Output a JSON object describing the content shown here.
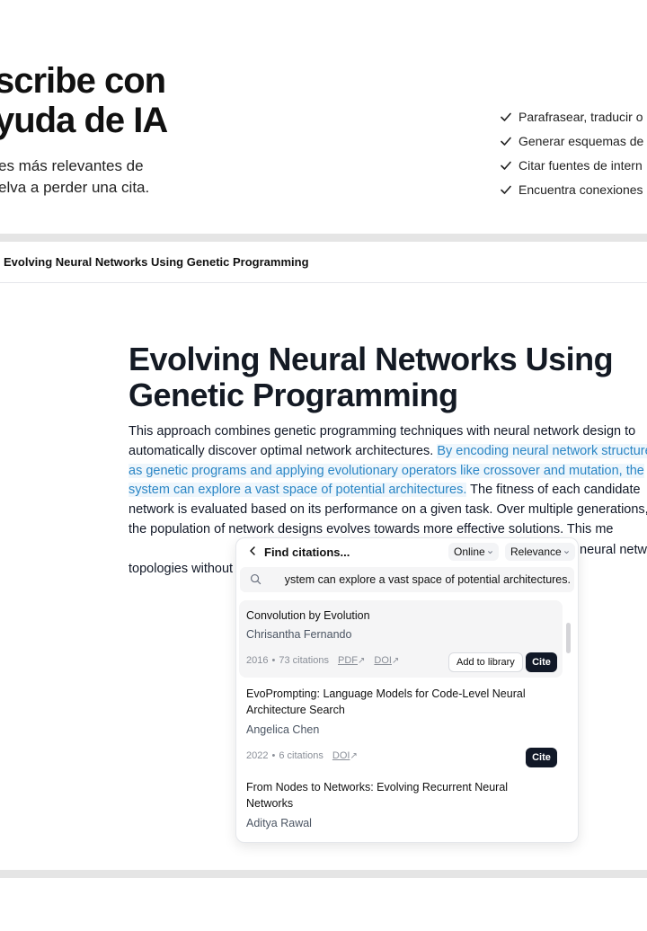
{
  "hero": {
    "title_line1": "scribe con",
    "title_line2": "yuda de IA",
    "subtitle_line1": "es más relevantes de",
    "subtitle_line2": "elva a perder una cita."
  },
  "features": [
    "Parafrasear, traducir o",
    "Generar esquemas de",
    "Citar fuentes de intern",
    "Encuentra conexiones"
  ],
  "document": {
    "header_title": "Evolving Neural Networks Using Genetic Programming",
    "title_line1": "Evolving Neural Networks Using",
    "title_line2": "Genetic Programming",
    "body_before": "This approach combines genetic programming techniques with neural network design to automatically discover optimal network architectures. ",
    "body_highlight": "By encoding neural network structures as genetic programs and applying evolutionary operators like crossover and mutation, the system can explore a vast space of potential architectures.",
    "body_after": " The fitness of each candidate network is evaluated based on its performance on a given task. Over multiple generations, the population of network designs evolves towards more effective solutions. This me",
    "body_right_fragment": "neural netwo",
    "body_last_line": "topologies without"
  },
  "citation_popup": {
    "title": "Find citations...",
    "source_filter": "Online",
    "sort_filter": "Relevance",
    "search_value": "ystem can explore a vast space of potential architectures.",
    "results": [
      {
        "title": "Convolution by Evolution",
        "author": "Chrisantha Fernando",
        "year": "2016",
        "citations": "73 citations",
        "links": [
          "PDF",
          "DOI"
        ],
        "add_label": "Add to library",
        "cite_label": "Cite"
      },
      {
        "title": "EvoPrompting: Language Models for Code-Level Neural Architecture Search",
        "author": "Angelica Chen",
        "year": "2022",
        "citations": "6 citations",
        "links": [
          "DOI"
        ],
        "cite_label": "Cite"
      },
      {
        "title": "From Nodes to Networks: Evolving Recurrent Neural Networks",
        "author": "Aditya Rawal"
      }
    ]
  },
  "meta_separator": "•",
  "external_glyph": "↗",
  "icons": [
    "check-icon",
    "back-arrow-icon",
    "chevron-down-icon",
    "search-icon",
    "external-link-icon"
  ]
}
